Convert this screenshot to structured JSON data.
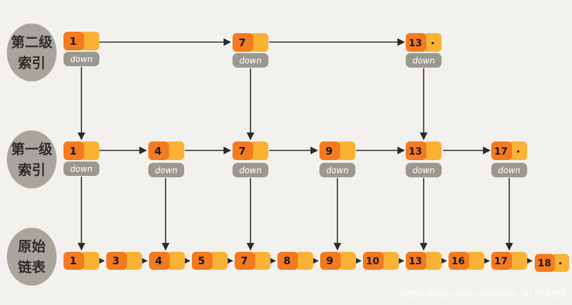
{
  "diagram": {
    "level_labels": [
      {
        "line1": "第二级",
        "line2": "索引"
      },
      {
        "line1": "第一级",
        "line2": "索引"
      },
      {
        "line1": "原始",
        "line2": "链表"
      }
    ],
    "level2_keys": [
      "1",
      "7",
      "13"
    ],
    "level1_keys": [
      "1",
      "4",
      "7",
      "9",
      "13",
      "17"
    ],
    "base_keys": [
      "1",
      "3",
      "4",
      "5",
      "7",
      "8",
      "9",
      "10",
      "13",
      "16",
      "17",
      "18"
    ],
    "down_label": "down",
    "tail_marker": "·",
    "watermark": "https://blog.csdn.net/weixin_41724265"
  },
  "colors": {
    "background": "#f3f1ed",
    "key_box": "#f47a20",
    "pointer_box": "#f9b233",
    "down_box": "#9b9890",
    "label_blob": "#a9a59d",
    "arrow": "#2a2a2a"
  }
}
